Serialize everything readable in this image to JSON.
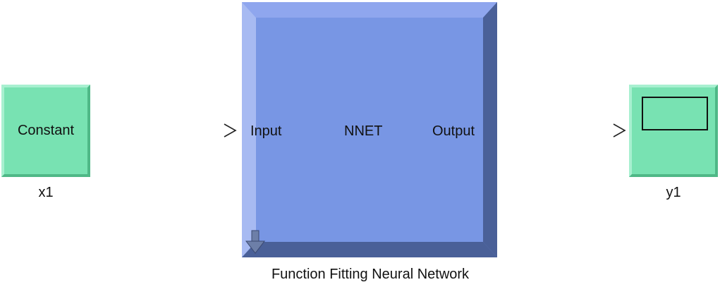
{
  "blocks": {
    "constant": {
      "label": "Constant",
      "name": "x1"
    },
    "nnet": {
      "input_label": "Input",
      "title": "NNET",
      "output_label": "Output",
      "name": "Function Fitting Neural Network"
    },
    "scope": {
      "name": "y1"
    }
  },
  "colors": {
    "source_sink_block": "#78e2b2",
    "subsystem_block": "#7896e4",
    "subsystem_shadow": "#4a6098"
  },
  "icons": [
    "input-port-arrow-icon",
    "look-under-mask-icon",
    "scope-screen-icon"
  ]
}
